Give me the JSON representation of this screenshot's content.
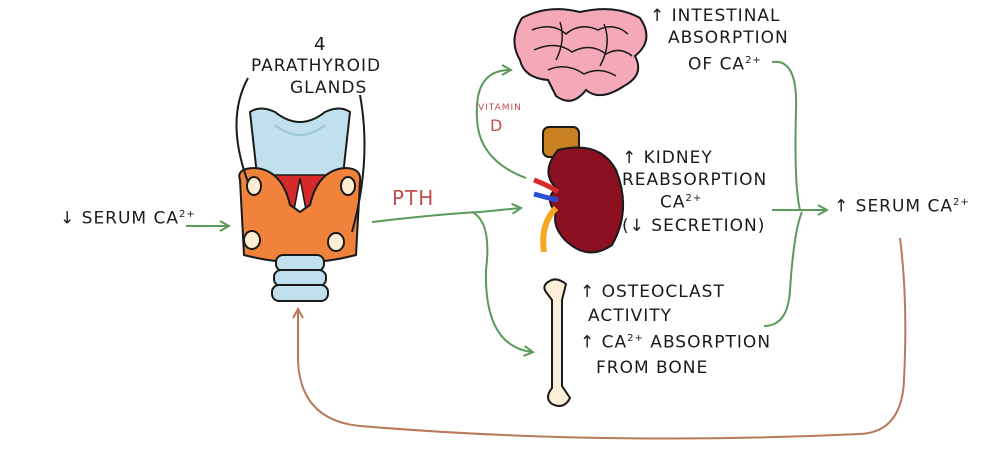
{
  "labels": {
    "glands_count": "4",
    "glands_line1": "PARATHYROID",
    "glands_line2": "GLANDS",
    "serum_low_prefix": "↓ SERUM Ca",
    "serum_high_prefix": "↑ SERUM Ca",
    "charge": "2+",
    "pth": "PTH",
    "vitamin": "VITAMIN",
    "vitamin_d": "D",
    "intestine_line1": "↑ INTESTINAL",
    "intestine_line2": "ABSORPTION",
    "intestine_line3_prefix": "OF Ca",
    "kidney_line1": "↑ KIDNEY",
    "kidney_line2": "REABSORPTION",
    "kidney_line3_prefix": "Ca",
    "kidney_line4": "(↓ SECRETION)",
    "bone_line1": "↑ OSTEOCLAST",
    "bone_line2": "ACTIVITY",
    "bone_line3_prefix": "↑ Ca",
    "bone_line3_suffix": " ABSORPTION",
    "bone_line4": "FROM BONE"
  },
  "icons": [
    "parathyroid-glands-icon",
    "intestine-icon",
    "kidney-icon",
    "bone-icon"
  ],
  "colors": {
    "arrow_green": "#5a9a5a",
    "feedback_brown": "#b87a5a",
    "pth_red": "#c0504d",
    "thyroid_orange": "#f0823c",
    "intestine_pink": "#f5a8b8",
    "kidney_maroon": "#8b1020",
    "bone_cream": "#fbefd8"
  }
}
